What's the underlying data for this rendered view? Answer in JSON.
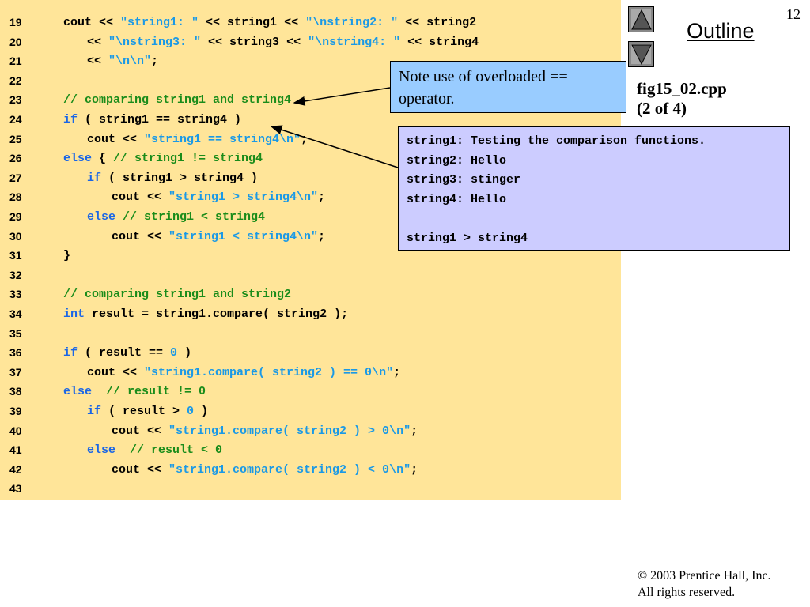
{
  "slide_number": "12",
  "outline_title": "Outline",
  "fig_label": [
    "fig15_02.cpp",
    "(2 of 4)"
  ],
  "callout": {
    "text": "Note use of overloaded ",
    "operator": "==",
    "text2": "operator."
  },
  "output_lines": [
    "string1: Testing the comparison functions.",
    "string2: Hello",
    "string3: stinger",
    "string4: Hello",
    "",
    "string1 > string4"
  ],
  "copyright": [
    "© 2003 Prentice Hall, Inc.",
    "All rights reserved."
  ],
  "colors": {
    "code_bg": "#FFE599",
    "callout_bg": "#99CCFF",
    "output_bg": "#CCCCFF",
    "keyword": "#1a66e6",
    "string": "#1a99e6",
    "comment": "#1a8c1a"
  },
  "nav_icons": [
    "up-triangle-icon",
    "down-triangle-icon"
  ],
  "code_lines": [
    {
      "num": "19",
      "indent": 1,
      "tokens": [
        [
          "p",
          "cout << "
        ],
        [
          "s",
          "\"string1: \""
        ],
        [
          "p",
          " << string1 << "
        ],
        [
          "s",
          "\"\\nstring2: \""
        ],
        [
          "p",
          " << string2"
        ]
      ]
    },
    {
      "num": "20",
      "indent": 2,
      "tokens": [
        [
          "p",
          "<< "
        ],
        [
          "s",
          "\"\\nstring3: \""
        ],
        [
          "p",
          " << string3 << "
        ],
        [
          "s",
          "\"\\nstring4: \""
        ],
        [
          "p",
          " << string4"
        ]
      ]
    },
    {
      "num": "21",
      "indent": 2,
      "tokens": [
        [
          "p",
          "<< "
        ],
        [
          "s",
          "\"\\n\\n\""
        ],
        [
          "p",
          ";"
        ]
      ]
    },
    {
      "num": "22",
      "indent": 0,
      "tokens": []
    },
    {
      "num": "23",
      "indent": 1,
      "tokens": [
        [
          "c",
          "// comparing string1 and string4"
        ]
      ]
    },
    {
      "num": "24",
      "indent": 1,
      "tokens": [
        [
          "k",
          "if"
        ],
        [
          "p",
          " ( string1 == string4 )"
        ]
      ]
    },
    {
      "num": "25",
      "indent": 2,
      "tokens": [
        [
          "p",
          "cout << "
        ],
        [
          "s",
          "\"string1 == string4\\n\""
        ],
        [
          "p",
          ";"
        ]
      ]
    },
    {
      "num": "26",
      "indent": 1,
      "tokens": [
        [
          "k",
          "else"
        ],
        [
          "p",
          " { "
        ],
        [
          "c",
          "// string1 != string4"
        ]
      ]
    },
    {
      "num": "27",
      "indent": 2,
      "tokens": [
        [
          "k",
          "if"
        ],
        [
          "p",
          " ( string1 > string4 )"
        ]
      ]
    },
    {
      "num": "28",
      "indent": 3,
      "tokens": [
        [
          "p",
          "cout << "
        ],
        [
          "s",
          "\"string1 > string4\\n\""
        ],
        [
          "p",
          ";"
        ]
      ]
    },
    {
      "num": "29",
      "indent": 2,
      "tokens": [
        [
          "k",
          "else"
        ],
        [
          "p",
          " "
        ],
        [
          "c",
          "// string1 < string4"
        ]
      ]
    },
    {
      "num": "30",
      "indent": 3,
      "tokens": [
        [
          "p",
          "cout << "
        ],
        [
          "s",
          "\"string1 < string4\\n\""
        ],
        [
          "p",
          ";"
        ]
      ]
    },
    {
      "num": "31",
      "indent": 1,
      "tokens": [
        [
          "p",
          "}"
        ]
      ]
    },
    {
      "num": "32",
      "indent": 0,
      "tokens": []
    },
    {
      "num": "33",
      "indent": 1,
      "tokens": [
        [
          "c",
          "// comparing string1 and string2"
        ]
      ]
    },
    {
      "num": "34",
      "indent": 1,
      "tokens": [
        [
          "k",
          "int"
        ],
        [
          "p",
          " result = string1.compare( string2 );"
        ]
      ]
    },
    {
      "num": "35",
      "indent": 0,
      "tokens": []
    },
    {
      "num": "36",
      "indent": 1,
      "tokens": [
        [
          "k",
          "if"
        ],
        [
          "p",
          " ( result == "
        ],
        [
          "n",
          "0"
        ],
        [
          "p",
          " )"
        ]
      ]
    },
    {
      "num": "37",
      "indent": 2,
      "tokens": [
        [
          "p",
          "cout << "
        ],
        [
          "s",
          "\"string1.compare( string2 ) == 0\\n\""
        ],
        [
          "p",
          ";"
        ]
      ]
    },
    {
      "num": "38",
      "indent": 1,
      "tokens": [
        [
          "k",
          "else"
        ],
        [
          "p",
          "  "
        ],
        [
          "c",
          "// result != 0"
        ]
      ]
    },
    {
      "num": "39",
      "indent": 2,
      "tokens": [
        [
          "k",
          "if"
        ],
        [
          "p",
          " ( result > "
        ],
        [
          "n",
          "0"
        ],
        [
          "p",
          " )"
        ]
      ]
    },
    {
      "num": "40",
      "indent": 3,
      "tokens": [
        [
          "p",
          "cout << "
        ],
        [
          "s",
          "\"string1.compare( string2 ) > 0\\n\""
        ],
        [
          "p",
          ";"
        ]
      ]
    },
    {
      "num": "41",
      "indent": 2,
      "tokens": [
        [
          "k",
          "else"
        ],
        [
          "p",
          "  "
        ],
        [
          "c",
          "// result < 0"
        ]
      ]
    },
    {
      "num": "42",
      "indent": 3,
      "tokens": [
        [
          "p",
          "cout << "
        ],
        [
          "s",
          "\"string1.compare( string2 ) < 0\\n\""
        ],
        [
          "p",
          ";"
        ]
      ]
    },
    {
      "num": "43",
      "indent": 0,
      "tokens": []
    }
  ]
}
